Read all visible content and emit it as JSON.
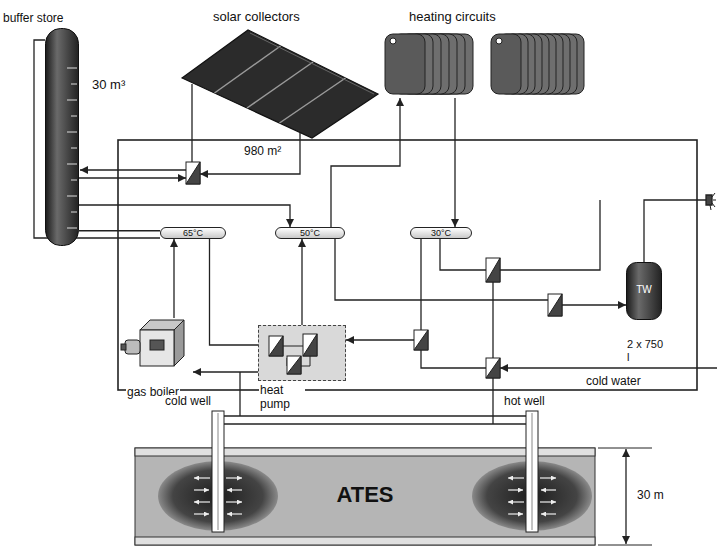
{
  "diagram": {
    "nodes": [
      {
        "text": [
          "buffer store",
          "30 m³"
        ]
      },
      {
        "text": [
          "solar collectors",
          "980 m²"
        ]
      },
      {
        "text": [
          "heating circuits"
        ]
      },
      {
        "text": [
          "65°C"
        ]
      },
      {
        "text": [
          "50°C"
        ]
      },
      {
        "text": [
          "30°C"
        ]
      },
      {
        "text": [
          "TW",
          "2 x 750 l"
        ]
      },
      {
        "text": [
          "gas boiler"
        ]
      },
      {
        "text": [
          "heat pump"
        ]
      },
      {
        "text": [
          "ATES"
        ]
      }
    ],
    "edges": [
      {
        "from": 0,
        "to": 3,
        "arrow": "none"
      },
      {
        "from": 7,
        "to": 3,
        "arrow": "to"
      },
      {
        "from": 4,
        "to": 2,
        "arrow": "to"
      },
      {
        "from": 2,
        "to": 5,
        "arrow": "to"
      },
      {
        "from": 8,
        "to": 4,
        "arrow": "to"
      },
      {
        "from": 3,
        "to": 8,
        "arrow": "none"
      }
    ],
    "labels": [
      "cold water",
      "cold well",
      "hot well",
      "30 m"
    ]
  }
}
